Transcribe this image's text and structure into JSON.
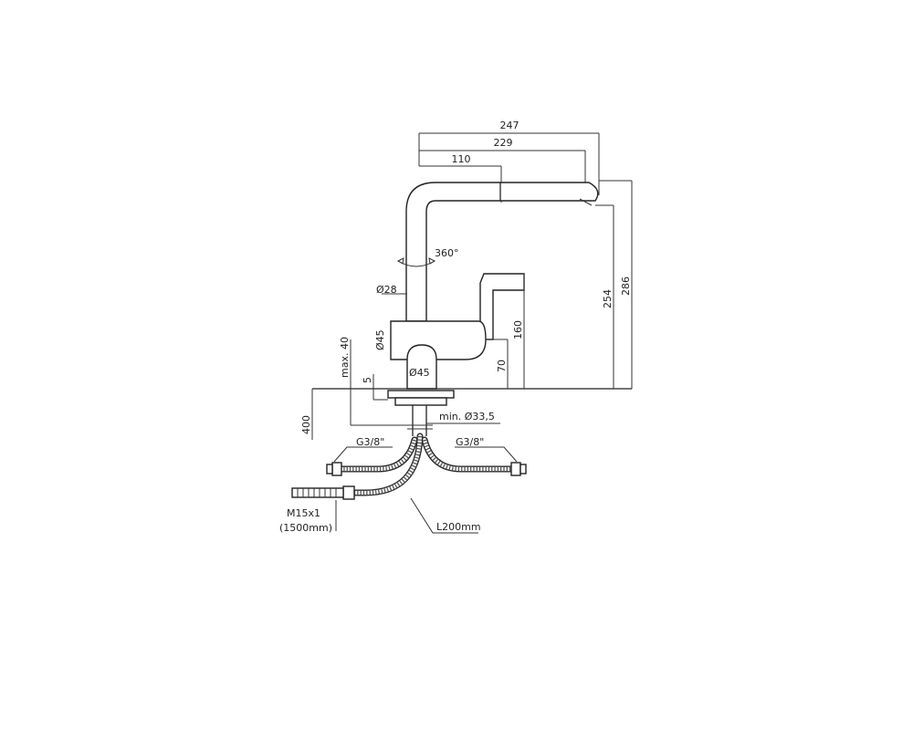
{
  "dimensions": {
    "d247": "247",
    "d229": "229",
    "d110": "110",
    "d360": "360°",
    "d_dia28": "Ø28",
    "d_dia45_body": "Ø45",
    "d_dia45_base": "Ø45",
    "d_max40": "max. 40",
    "d5": "5",
    "d_min33": "min. Ø33,5",
    "d400": "400",
    "d160": "160",
    "d70": "70",
    "d254": "254",
    "d286": "286"
  },
  "connections": {
    "g38_left": "G3/8\"",
    "g38_right": "G3/8\"",
    "m15": "M15x1",
    "m15_len": "(1500mm)",
    "l200": "L200mm"
  }
}
